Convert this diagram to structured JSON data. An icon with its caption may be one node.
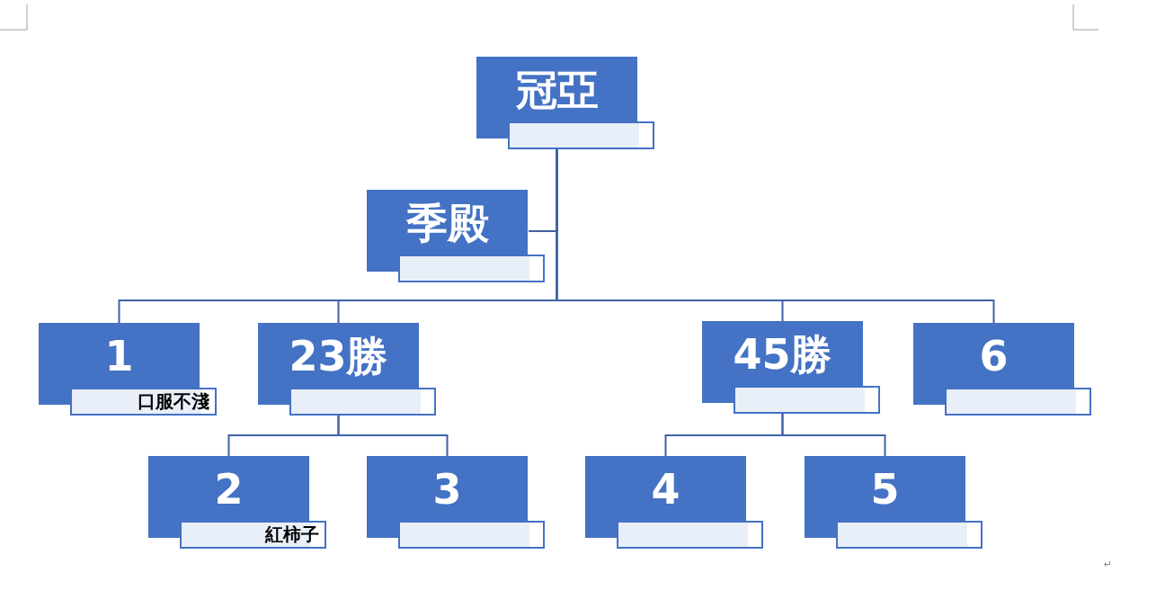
{
  "diagram": {
    "nodes": [
      {
        "text": [
          "冠亞"
        ]
      },
      {
        "text": [],
        "shape": "box"
      },
      {
        "text": [
          "季殿"
        ]
      },
      {
        "text": [],
        "shape": "box"
      },
      {
        "text": [
          "1"
        ]
      },
      {
        "text": [
          "口服不淺"
        ]
      },
      {
        "text": [
          "23勝"
        ]
      },
      {
        "text": [],
        "shape": "box"
      },
      {
        "text": [
          "45勝"
        ]
      },
      {
        "text": [],
        "shape": "box"
      },
      {
        "text": [
          "6"
        ]
      },
      {
        "text": [],
        "shape": "box"
      },
      {
        "text": [
          "2"
        ]
      },
      {
        "text": [
          "紅柿子"
        ]
      },
      {
        "text": [
          "3"
        ]
      },
      {
        "text": [],
        "shape": "box"
      },
      {
        "text": [
          "4"
        ]
      },
      {
        "text": [],
        "shape": "box"
      },
      {
        "text": [
          "5"
        ]
      },
      {
        "text": [],
        "shape": "box"
      }
    ],
    "edges": [
      {
        "from": 1,
        "to": 2,
        "arrow": "none"
      },
      {
        "from": 1,
        "to": 4,
        "arrow": "none"
      },
      {
        "from": 1,
        "to": 6,
        "arrow": "none"
      },
      {
        "from": 1,
        "to": 8,
        "arrow": "none"
      },
      {
        "from": 1,
        "to": 10,
        "arrow": "none"
      },
      {
        "from": 7,
        "to": 12,
        "arrow": "none"
      },
      {
        "from": 7,
        "to": 14,
        "arrow": "none"
      },
      {
        "from": 9,
        "to": 16,
        "arrow": "none"
      },
      {
        "from": 9,
        "to": 18,
        "arrow": "none"
      }
    ],
    "labels": [
      "↵"
    ]
  }
}
